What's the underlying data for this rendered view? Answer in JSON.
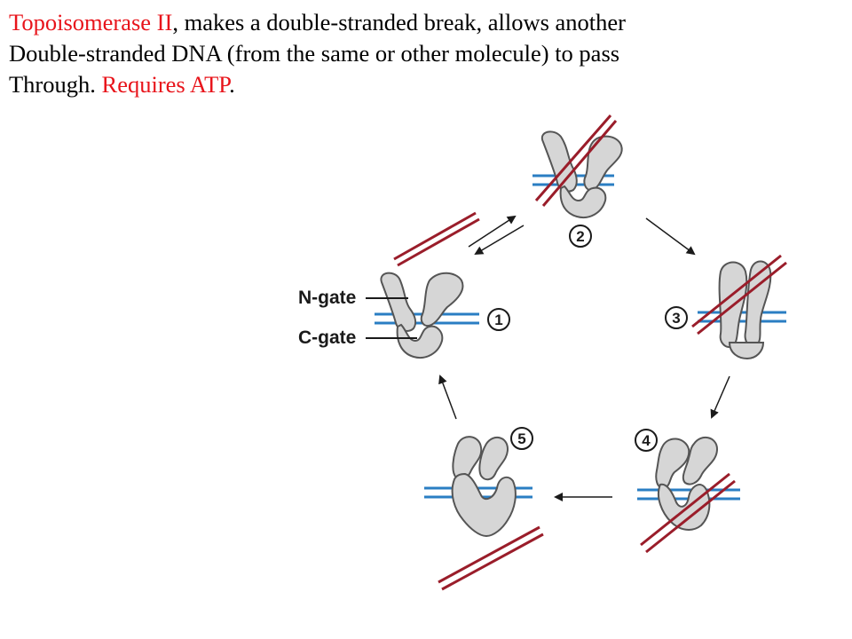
{
  "caption": {
    "line1_red": "Topoisomerase II",
    "line1_rest": ", makes a double-stranded break, allows another",
    "line2": "Double-stranded DNA (from the same or other molecule) to pass",
    "line3_start": "Through. ",
    "line3_red": "Requires ATP",
    "line3_end": "."
  },
  "diagram": {
    "gate_labels": {
      "n_gate": "N-gate",
      "c_gate": "C-gate"
    },
    "steps": [
      "1",
      "2",
      "3",
      "4",
      "5"
    ],
    "colors": {
      "dna_blue": "#2a7ec3",
      "dna_red": "#9a1d2a",
      "protein_fill": "#d6d6d6",
      "protein_stroke": "#555555",
      "text_red": "#e8141b"
    }
  }
}
